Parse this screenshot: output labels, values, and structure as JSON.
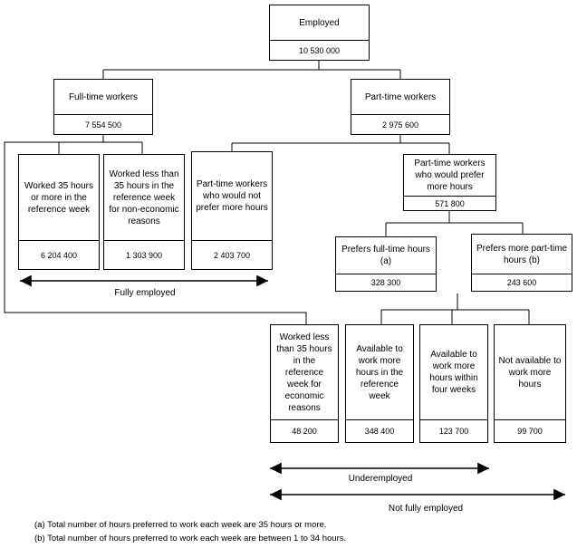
{
  "nodes": {
    "employed": {
      "title": "Employed",
      "value": "10 530 000"
    },
    "full_time": {
      "title": "Full-time workers",
      "value": "7 554 500"
    },
    "part_time": {
      "title": "Part-time workers",
      "value": "2 975 600"
    },
    "worked_35_plus": {
      "title": "Worked 35 hours or more in the reference week",
      "value": "6 204 400"
    },
    "worked_less_non_economic": {
      "title": "Worked less than 35 hours in the reference week for non-economic reasons",
      "value": "1 303 900"
    },
    "pt_not_prefer_more": {
      "title": "Part-time workers who would not prefer more hours",
      "value": "2 403 700"
    },
    "pt_prefer_more": {
      "title": "Part-time workers who would prefer more hours",
      "value": "571 800"
    },
    "prefers_full_time": {
      "title": "Prefers full-time hours (a)",
      "value": "328 300"
    },
    "prefers_more_part_time": {
      "title": "Prefers more part-time hours (b)",
      "value": "243 600"
    },
    "worked_less_economic": {
      "title": "Worked less than 35 hours in the reference week for economic reasons",
      "value": "48 200"
    },
    "available_reference_week": {
      "title": "Available to work more hours in the reference week",
      "value": "348 400"
    },
    "available_four_weeks": {
      "title": "Available to work more hours within four weeks",
      "value": "123 700"
    },
    "not_available": {
      "title": "Not available to work more hours",
      "value": "99 700"
    }
  },
  "ranges": {
    "fully_employed": "Fully employed",
    "underemployed": "Underemployed",
    "not_fully_employed": "Not fully employed"
  },
  "footnotes": {
    "a": "(a) Total number of hours preferred to work each week are 35 hours or more.",
    "b": "(b) Total number of hours preferred to work each week are between 1 to 34 hours."
  }
}
